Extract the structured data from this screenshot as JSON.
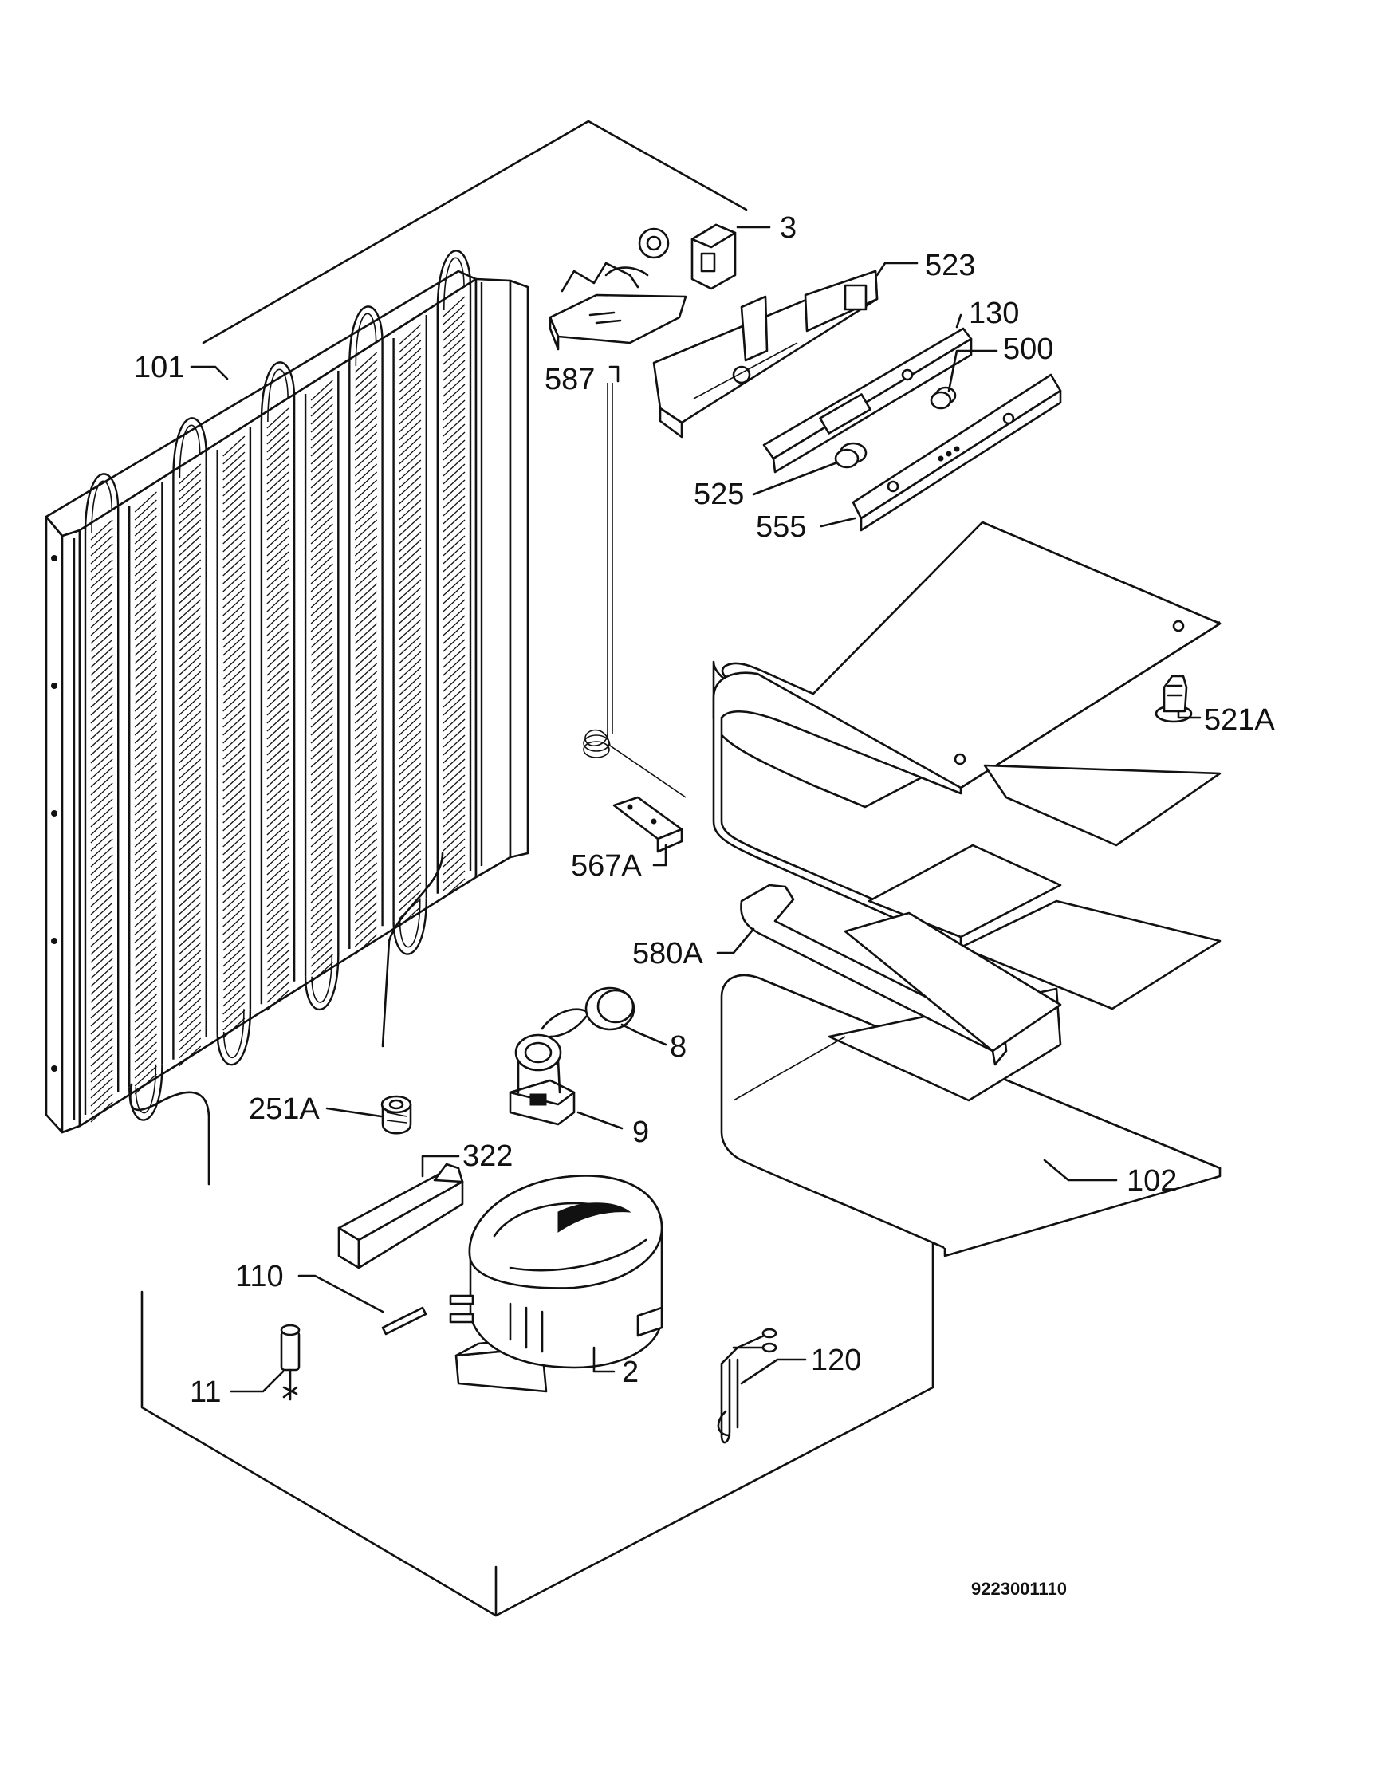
{
  "labels": {
    "p3": "3",
    "p523": "523",
    "p130": "130",
    "p500": "500",
    "p101": "101",
    "p587": "587",
    "p525": "525",
    "p555": "555",
    "p521A": "521A",
    "p567A": "567A",
    "p580A": "580A",
    "p8": "8",
    "p251A": "251A",
    "p9": "9",
    "p322": "322",
    "p102": "102",
    "p110": "110",
    "p2": "2",
    "p120": "120",
    "p11": "11"
  },
  "drawing_code": "9223001110"
}
